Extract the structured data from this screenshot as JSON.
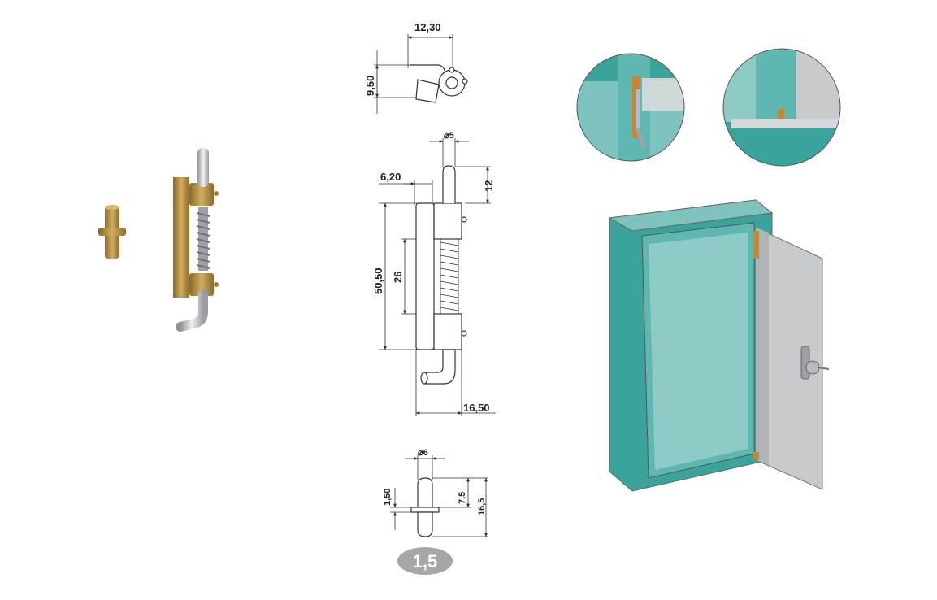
{
  "dimensions": {
    "top_width": "12,30",
    "top_height": "9,50",
    "pin_diameter": "⌀5",
    "pin_top": "12",
    "offset": "6,20",
    "total_height": "50,50",
    "spring_height": "26",
    "bottom_width": "16,50",
    "bushing_diameter": "⌀6",
    "flange": "1,50",
    "bushing_upper": "7,5",
    "bushing_total": "16,5"
  },
  "badge": "1,5",
  "colors": {
    "brass": "#b08a3c",
    "steel": "#c9ccd0",
    "glass_teal": "#3aa39c",
    "door_grey": "#c8cbcd",
    "badge_grey": "#a6a6a6"
  }
}
